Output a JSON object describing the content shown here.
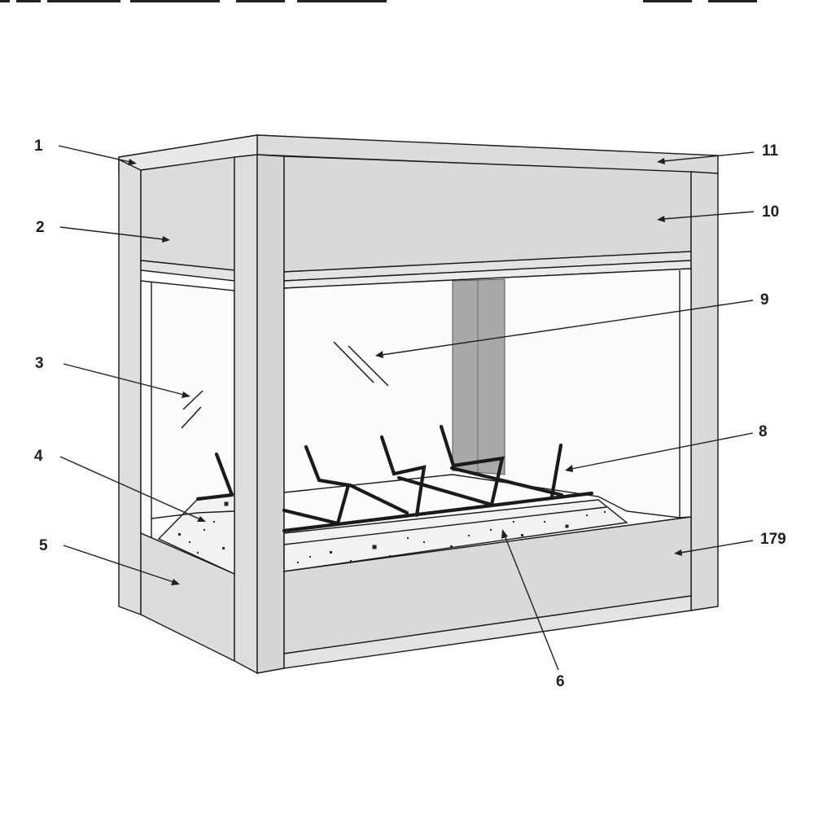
{
  "diagram": {
    "callouts": [
      {
        "id": "1",
        "label": "1"
      },
      {
        "id": "2",
        "label": "2"
      },
      {
        "id": "3",
        "label": "3"
      },
      {
        "id": "4",
        "label": "4"
      },
      {
        "id": "5",
        "label": "5"
      },
      {
        "id": "6",
        "label": "6"
      },
      {
        "id": "8",
        "label": "8"
      },
      {
        "id": "9",
        "label": "9"
      },
      {
        "id": "10",
        "label": "10"
      },
      {
        "id": "11",
        "label": "11"
      },
      {
        "id": "179",
        "label": "179"
      }
    ]
  },
  "colors": {
    "frame": "#d9d9d9",
    "frame_light": "#e6e6e6",
    "glass": "#fdfcfb",
    "back_wall": "#a9a9a9",
    "media_bed": "#f2f2f2",
    "outline": "#1a1a1a"
  }
}
